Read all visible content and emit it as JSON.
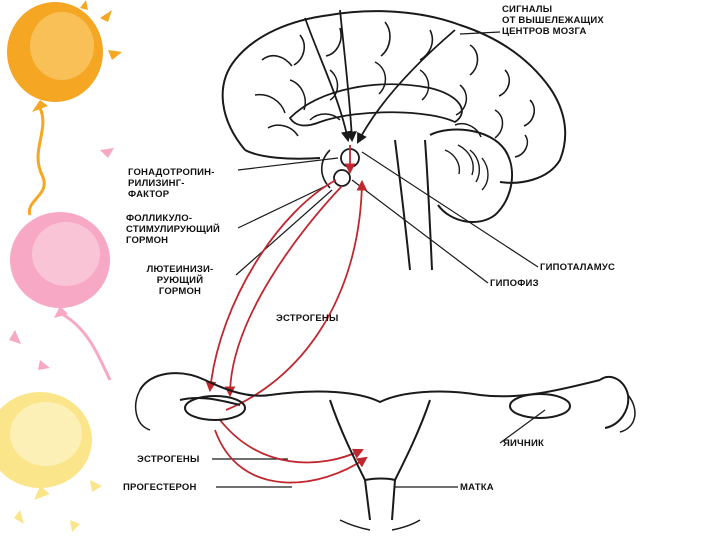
{
  "labels": {
    "signals": [
      "СИГНАЛЫ",
      "ОТ ВЫШЕЛЕЖАЩИХ",
      "ЦЕНТРОВ МОЗГА"
    ],
    "gnrh": [
      "ГОНАДОТРОПИН-",
      "РИЛИЗИНГ-",
      "ФАКТОР"
    ],
    "fsh": [
      "ФОЛЛИКУЛО-",
      "СТИМУЛИРУЮЩИЙ",
      "ГОРМОН"
    ],
    "lh": [
      "ЛЮТЕИНИЗИ-",
      "РУЮЩИЙ",
      "ГОРМОН"
    ],
    "hypothalamus": "ГИПОТАЛАМУС",
    "pituitary": "ГИПОФИЗ",
    "estrogens_top": "ЭСТРОГЕНЫ",
    "ovary": "ЯИЧНИК",
    "estrogens_bottom": "ЭСТРОГЕНЫ",
    "progesterone": "ПРОГЕСТЕРОН",
    "uterus": "МАТКА"
  },
  "colors": {
    "line": "#1a1a1a",
    "hormone_arrow": "#c0282f",
    "balloon_orange": "#f5a623",
    "balloon_pink": "#f7a8c4",
    "balloon_yellow": "#fbe58a"
  },
  "decor": {
    "balloons": [
      "balloon-orange-icon",
      "balloon-pink-icon",
      "balloon-yellow-icon"
    ]
  }
}
